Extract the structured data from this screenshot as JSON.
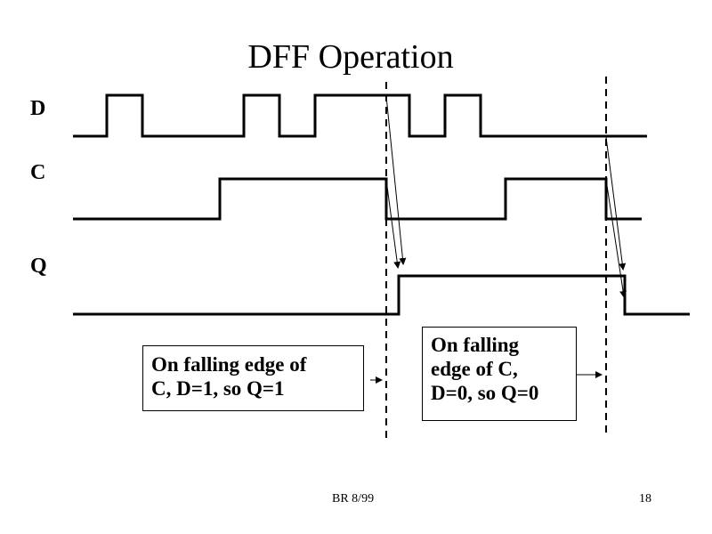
{
  "slide": {
    "title": "DFF Operation",
    "footer_left": "BR 8/99",
    "page_number": "18"
  },
  "signals": [
    {
      "name": "D",
      "initial": 0,
      "transitions": [
        1,
        0,
        1,
        0,
        1,
        0,
        1,
        0
      ],
      "description": "Data input: three short pulses and one long pulse"
    },
    {
      "name": "C",
      "initial": 0,
      "transitions": [
        1,
        0,
        1,
        0
      ],
      "description": "Clock"
    },
    {
      "name": "Q",
      "initial": 0,
      "transitions": [
        1,
        0
      ],
      "description": "Output, changes on falling edge of C"
    }
  ],
  "signal_labels": {
    "d": "D",
    "c": "C",
    "q": "Q"
  },
  "annotations": [
    {
      "id": "note1",
      "lines": [
        "On falling edge of",
        "C, D=1, so Q=1"
      ]
    },
    {
      "id": "note2",
      "lines": [
        "On falling",
        "edge of C,",
        "D=0, so Q=0"
      ]
    }
  ],
  "colors": {
    "line": "#000000",
    "background": "#ffffff"
  }
}
